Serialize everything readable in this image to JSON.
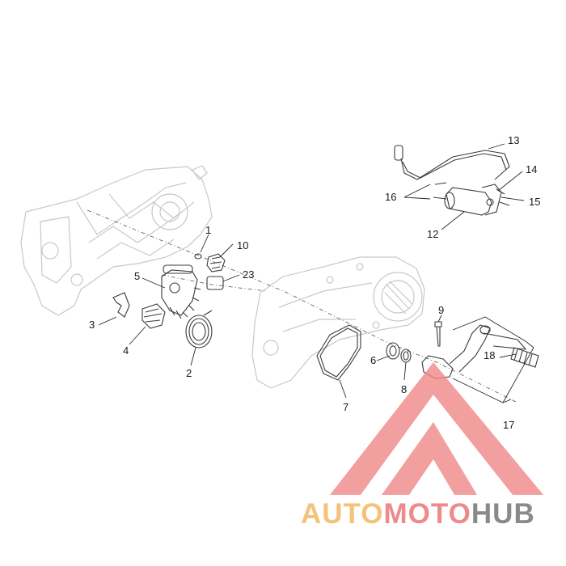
{
  "parts": [
    {
      "id": "p1",
      "number": "1"
    },
    {
      "id": "p2",
      "number": "2"
    },
    {
      "id": "p3",
      "number": "3"
    },
    {
      "id": "p4",
      "number": "4"
    },
    {
      "id": "p5",
      "number": "5"
    },
    {
      "id": "p6",
      "number": "6"
    },
    {
      "id": "p7",
      "number": "7"
    },
    {
      "id": "p8",
      "number": "8"
    },
    {
      "id": "p9",
      "number": "9"
    },
    {
      "id": "p10",
      "number": "10"
    },
    {
      "id": "p12",
      "number": "12"
    },
    {
      "id": "p13",
      "number": "13"
    },
    {
      "id": "p14",
      "number": "14"
    },
    {
      "id": "p15",
      "number": "15"
    },
    {
      "id": "p16",
      "number": "16"
    },
    {
      "id": "p17",
      "number": "17"
    },
    {
      "id": "p18",
      "number": "18"
    },
    {
      "id": "p23",
      "number": "23"
    }
  ],
  "watermark": {
    "part1": "AUTO",
    "part2": "MOTO",
    "part3": "HUB",
    "color1": "#f4c27a",
    "color2": "#ef8a8a",
    "color3": "#8a8a8a",
    "logo_color": "#f08a8a"
  }
}
